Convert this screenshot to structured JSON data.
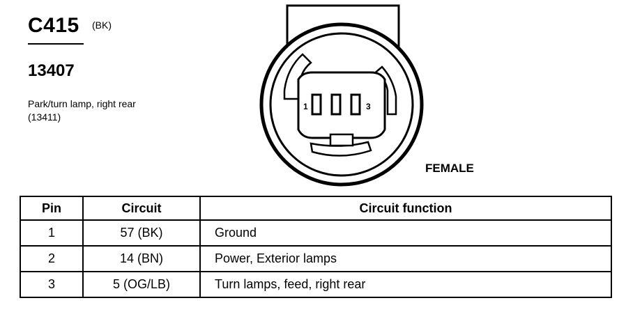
{
  "connector": {
    "id": "C415",
    "color_code": "(BK)",
    "part_number": "13407",
    "description": "Park/turn lamp, right rear (13411)",
    "gender": "FEMALE",
    "pin_labels": {
      "first": "1",
      "last": "3"
    }
  },
  "table": {
    "headers": {
      "pin": "Pin",
      "circuit": "Circuit",
      "function": "Circuit function"
    },
    "rows": [
      {
        "pin": "1",
        "circuit": "57 (BK)",
        "function": "Ground"
      },
      {
        "pin": "2",
        "circuit": "14 (BN)",
        "function": "Power, Exterior lamps"
      },
      {
        "pin": "3",
        "circuit": "5 (OG/LB)",
        "function": "Turn lamps, feed, right rear"
      }
    ]
  }
}
